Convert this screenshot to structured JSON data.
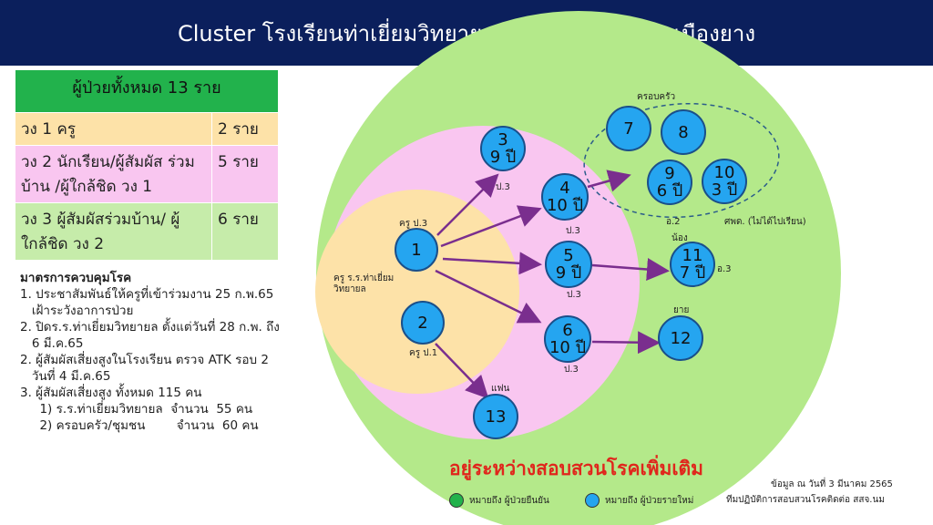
{
  "header": {
    "title": "Cluster โรงเรียนท่าเยี่ยมวิทยายล ต.กระเบื้องนอก อ.เมืองยาง"
  },
  "summary": {
    "total": "ผู้ป่วยทั้งหมด 13 ราย",
    "rows": [
      {
        "label": "วง 1 ครู",
        "count": "2 ราย"
      },
      {
        "label": "วง 2 นักเรียน/ผู้สัมผัส ร่วมบ้าน /ผู้ใกล้ชิด วง 1",
        "count": "5 ราย"
      },
      {
        "label": "วง 3 ผู้สัมผัสร่วมบ้าน/ ผู้ใกล้ชิด วง 2",
        "count": "6 ราย"
      }
    ]
  },
  "measures": {
    "title": "มาตรการควบคุมโรค",
    "items": [
      "1. ประชาสัมพันธ์ให้ครูที่เข้าร่วมงาน 25 ก.พ.65",
      "   เฝ้าระวังอาการป่วย",
      "2. ปิดร.ร.ท่าเยี่ยมวิทยายล ตั้งแต่วันที่ 28 ก.พ. ถึง",
      "   6 มี.ค.65",
      "2. ผู้สัมผัสเสี่ยงสูงในโรงเรียน ตรวจ ATK รอบ 2",
      "   วันที่ 4 มี.ค.65",
      "3. ผู้สัมผัสเสี่ยงสูง ทั้งหมด 115 คน",
      "     1) ร.ร.ท่าเยี่ยมวิทยายล  จำนวน  55 คน",
      "     2) ครอบครัว/ชุมชน        จำนวน  60 คน"
    ]
  },
  "diagram": {
    "colors": {
      "ring3": "#b4e98a",
      "ring2": "#f9c6f0",
      "ring1": "#fde2a8",
      "bubble": "#25a5f0",
      "arrow": "#7a2e8e"
    },
    "labels": {
      "school": "ครู ร.ร.ท่าเยี่ยม\nวิทยายล",
      "family": "ครอบครัว",
      "teacher_p3": "ครู ป.3",
      "teacher_p1": "ครู ป.1",
      "wife": "แฟน",
      "sibling": "น้อง",
      "grandpa": "ยาย",
      "p3_a": "ป.3",
      "p3_b": "ป.3",
      "p3_c": "ป.3",
      "p3_d": "ป.3",
      "p3_e": "อ.3",
      "p2": "อ.2",
      "child_note": "ศพด. (ไม่ได้ไปเรียน)"
    },
    "patients": [
      {
        "id": "1",
        "age": ""
      },
      {
        "id": "2",
        "age": ""
      },
      {
        "id": "3",
        "age": "9 ปี"
      },
      {
        "id": "4",
        "age": "10 ปี"
      },
      {
        "id": "5",
        "age": "9 ปี"
      },
      {
        "id": "6",
        "age": "10 ปี"
      },
      {
        "id": "7",
        "age": ""
      },
      {
        "id": "8",
        "age": ""
      },
      {
        "id": "9",
        "age": "6 ปี"
      },
      {
        "id": "10",
        "age": "3 ปี"
      },
      {
        "id": "11",
        "age": "7 ปี"
      },
      {
        "id": "12",
        "age": ""
      },
      {
        "id": "13",
        "age": ""
      }
    ]
  },
  "status": "อยู่ระหว่างสอบสวนโรคเพิ่มเติม",
  "source": "ข้อมูล ณ วันที่ 3 มีนาคม 2565",
  "legend": {
    "confirmed": "หมายถึง ผู้ป่วยยืนยัน",
    "new": "หมายถึง ผู้ป่วยรายใหม่",
    "team": "ทีมปฏิบัติการสอบสวนโรคติดต่อ สสจ.นม",
    "confirmed_color": "#22b24c",
    "new_color": "#25a5f0"
  }
}
